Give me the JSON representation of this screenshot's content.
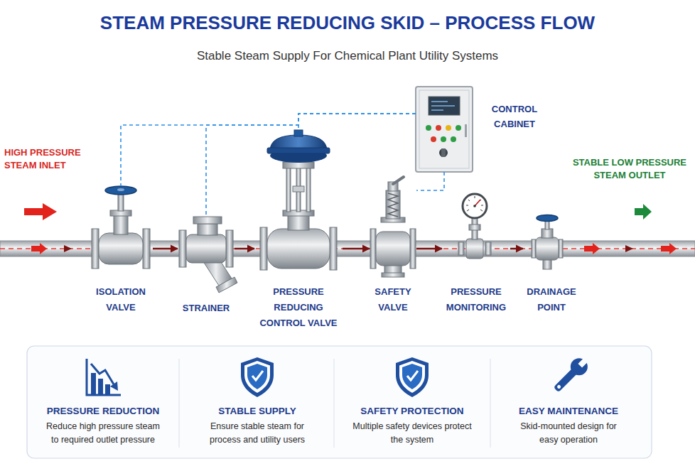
{
  "diagram": {
    "title": "STEAM PRESSURE REDUCING SKID – PROCESS FLOW",
    "nodes": [
      {
        "text": [
          "ISOLATION VALVE"
        ]
      },
      {
        "text": [
          "STRAINER"
        ]
      },
      {
        "text": [
          "PRESSURE REDUCING CONTROL VALVE"
        ]
      },
      {
        "text": [
          "SAFETY VALVE"
        ]
      },
      {
        "text": [
          "PRESSURE MONITORING"
        ]
      },
      {
        "text": [
          "DRAINAGE POINT"
        ]
      },
      {
        "text": [
          "CONTROL CABINET"
        ]
      },
      {
        "text": [
          "PRESSURE REDUCTION",
          "Reduce high pressure steam to required outlet pressure"
        ]
      },
      {
        "text": [
          "STABLE SUPPLY",
          "Ensure stable steam for process and utility users"
        ]
      },
      {
        "text": [
          "SAFETY PROTECTION",
          "Multiple safety devices protect the system"
        ]
      },
      {
        "text": [
          "EASY MAINTENANCE",
          "Skid-mounted design for easy operation"
        ]
      }
    ],
    "edges": [
      {
        "from": 0,
        "to": 1,
        "arrow": "to"
      },
      {
        "from": 1,
        "to": 2,
        "arrow": "to"
      },
      {
        "from": 2,
        "to": 3,
        "arrow": "to"
      },
      {
        "from": 3,
        "to": 4,
        "arrow": "to"
      },
      {
        "from": 4,
        "to": 5,
        "arrow": "to"
      },
      {
        "from": 6,
        "to": 0,
        "arrow": "none"
      },
      {
        "from": 6,
        "to": 1,
        "arrow": "none"
      },
      {
        "from": 6,
        "to": 2,
        "arrow": "none"
      },
      {
        "from": 6,
        "to": 3,
        "arrow": "none"
      }
    ],
    "labels": [
      "Stable Steam Supply For Chemical Plant Utility Systems",
      "HIGH PRESSURE STEAM INLET",
      "STABLE LOW PRESSURE STEAM OUTLET"
    ]
  }
}
